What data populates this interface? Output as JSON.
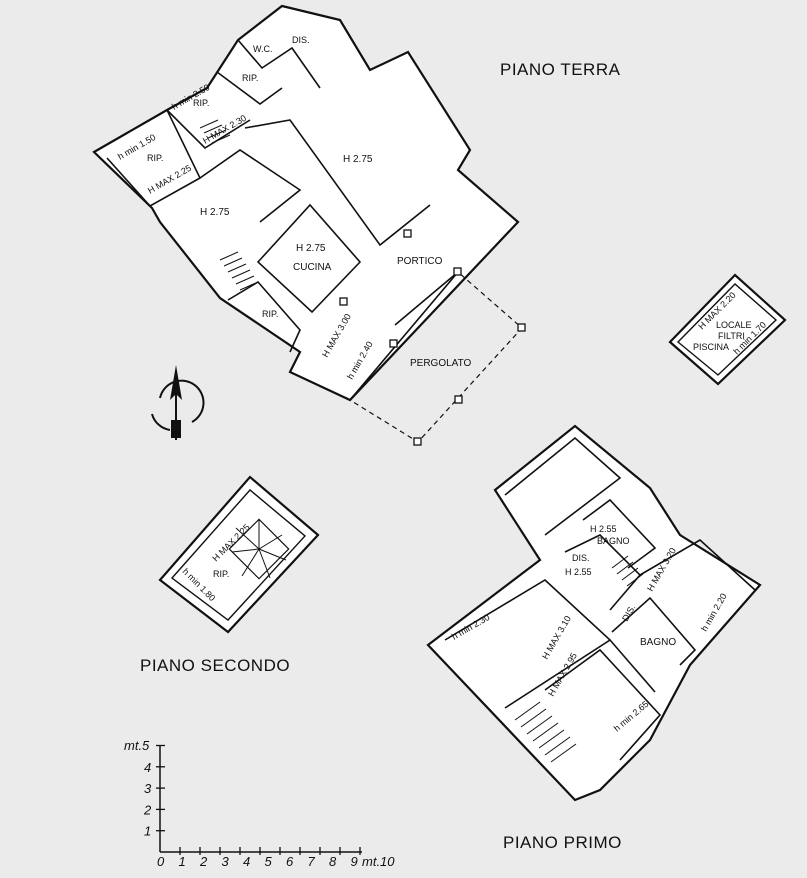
{
  "titles": {
    "ground": "PIANO  TERRA",
    "second": "PIANO  SECONDO",
    "first": "PIANO PRIMO"
  },
  "ground_floor": {
    "wc": "W.C.",
    "dis": "DIS.",
    "rip_top": "RIP.",
    "rip_left": "RIP.",
    "rip_small": "RIP.",
    "rip_bottom": "RIP.",
    "hmin_150": "h min 1.50",
    "hmin_250": "h min 2.50",
    "hmax_225": "H MAX 2.25",
    "hmax_230": "H MAX 2.30",
    "h275_main": "H 2.75",
    "h275_left": "H 2.75",
    "h275_kitchen": "H 2.75",
    "cucina": "CUCINA",
    "portico": "PORTICO",
    "hmax_300": "H MAX 3.00",
    "hmin_240": "h min 2.40",
    "pergolato": "PERGOLATO"
  },
  "filter_room": {
    "hmax": "H MAX 2.20",
    "line1": "LOCALE",
    "line2": "FILTRI",
    "line3": "PISCINA",
    "hmin": "h min 1.70"
  },
  "second_floor": {
    "hmax": "H MAX 2.25",
    "rip": "RIP.",
    "hmin": "h min 1.80"
  },
  "first_floor": {
    "h255_bath": "H 2.55",
    "bagno_top": "BAGNO",
    "dis_mid": "DIS.",
    "h255_dis": "H 2.55",
    "hmax_320": "H MAX 3.20",
    "dis_small": "DIS.",
    "bagno_bottom": "BAGNO",
    "hmin_220": "h min 2.20",
    "hmin_230": "h min 2.30",
    "hmax_310": "H MAX 3.10",
    "hmax_295": "H MAX 2.95",
    "hmin_265": "h min 2.65"
  },
  "scale": {
    "unit_top": "mt.5",
    "unit_right": "mt.10",
    "y_ticks": [
      "4",
      "3",
      "2",
      "1"
    ],
    "x_ticks": [
      "0",
      "1",
      "2",
      "3",
      "4",
      "5",
      "6",
      "7",
      "8",
      "9"
    ]
  },
  "north_icon": "north-arrow-icon"
}
